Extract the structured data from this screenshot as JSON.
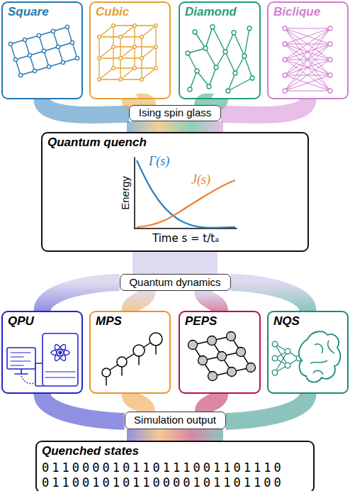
{
  "diagram": {
    "nodes": [
      {
        "text": [
          "Square"
        ]
      },
      {
        "text": [
          "Cubic"
        ]
      },
      {
        "text": [
          "Diamond"
        ]
      },
      {
        "text": [
          "Biclique"
        ]
      },
      {
        "text": [
          "Ising spin glass"
        ]
      },
      {
        "text": [
          "Quantum quench"
        ]
      },
      {
        "text": [
          "Quantum dynamics"
        ]
      },
      {
        "text": [
          "QPU"
        ]
      },
      {
        "text": [
          "MPS"
        ]
      },
      {
        "text": [
          "PEPS"
        ]
      },
      {
        "text": [
          "NQS"
        ]
      },
      {
        "text": [
          "Simulation output"
        ]
      },
      {
        "text": [
          "Quenched states",
          "011000010110111001101110 011001010110000101101100"
        ]
      }
    ],
    "edges": [
      {
        "from": 0,
        "to": 4,
        "arrow": "none"
      },
      {
        "from": 1,
        "to": 4,
        "arrow": "none"
      },
      {
        "from": 2,
        "to": 4,
        "arrow": "none"
      },
      {
        "from": 3,
        "to": 4,
        "arrow": "none"
      },
      {
        "from": 4,
        "to": 5,
        "arrow": "none"
      },
      {
        "from": 5,
        "to": 6,
        "arrow": "none"
      },
      {
        "from": 6,
        "to": 7,
        "arrow": "none"
      },
      {
        "from": 6,
        "to": 8,
        "arrow": "none"
      },
      {
        "from": 6,
        "to": 9,
        "arrow": "none"
      },
      {
        "from": 6,
        "to": 10,
        "arrow": "none"
      },
      {
        "from": 7,
        "to": 11,
        "arrow": "none"
      },
      {
        "from": 8,
        "to": 11,
        "arrow": "none"
      },
      {
        "from": 9,
        "to": 11,
        "arrow": "none"
      },
      {
        "from": 10,
        "to": 11,
        "arrow": "none"
      },
      {
        "from": 11,
        "to": 12,
        "arrow": "none"
      }
    ],
    "labels": [
      "Γ(s)",
      "J(s)",
      "Energy",
      "Time s = t/tₐ"
    ]
  }
}
